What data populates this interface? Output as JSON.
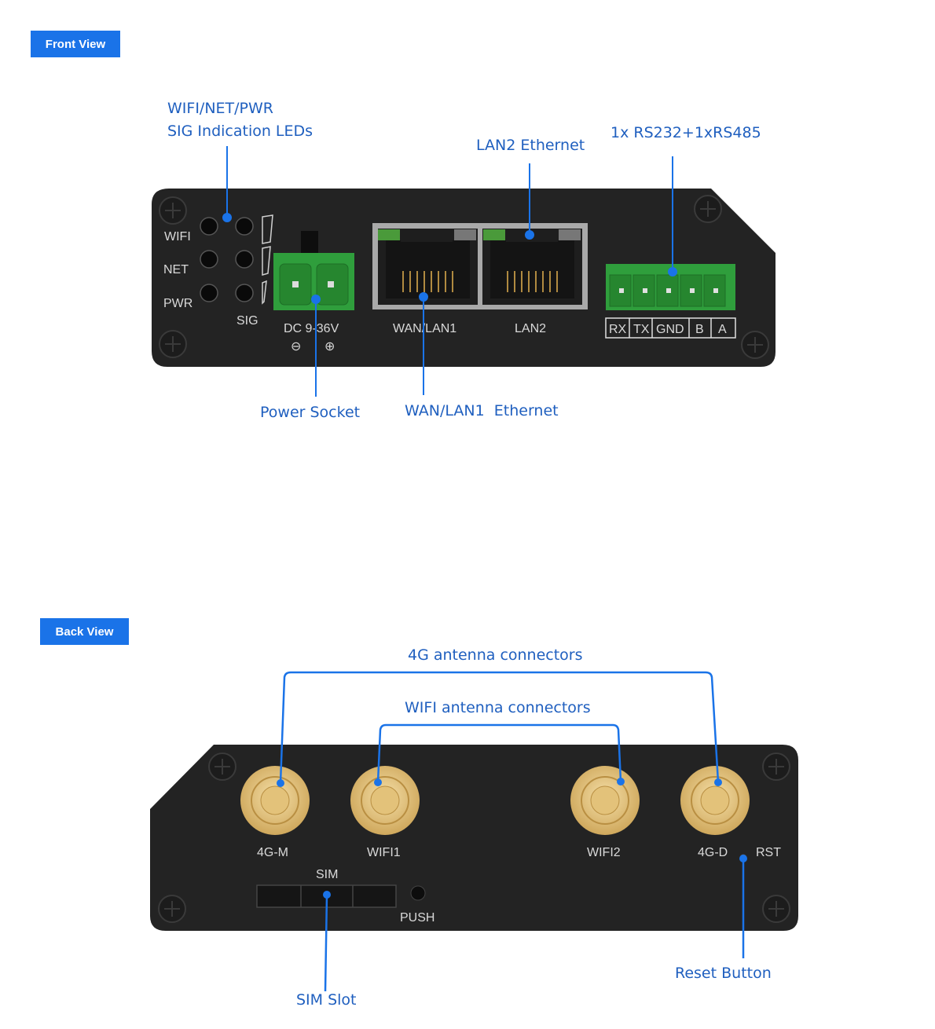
{
  "front": {
    "tag": "Front View",
    "callouts": {
      "leds_line1": "WIFI/NET/PWR",
      "leds_line2": "SIG Indication LEDs",
      "lan2": "LAN2 Ethernet",
      "serial": "1x RS232+1xRS485",
      "power": "Power Socket",
      "wan": "WAN/LAN1  Ethernet"
    },
    "panel": {
      "led_wifi": "WIFI",
      "led_net": "NET",
      "led_pwr": "PWR",
      "led_sig": "SIG",
      "dc": "DC 9-36V",
      "wan_port": "WAN/LAN1",
      "lan2_port": "LAN2",
      "minus": "⊖",
      "plus": "⊕",
      "pins": [
        "RX",
        "TX",
        "GND",
        "B",
        "A"
      ]
    }
  },
  "back": {
    "tag": "Back View",
    "callouts": {
      "ant4g": "4G antenna connectors",
      "antwifi": "WIFI antenna connectors",
      "reset": "Reset Button",
      "sim": "SIM Slot"
    },
    "panel": {
      "c1": "4G-M",
      "c2": "WIFI1",
      "c3": "WIFI2",
      "c4": "4G-D",
      "rst": "RST",
      "sim": "SIM",
      "push": "PUSH"
    }
  },
  "colors": {
    "accent": "#1a73e8",
    "callout_text": "#1f5fbf",
    "panel": "#232323",
    "connector_green": "#2f9e3c",
    "sma_gold": "#e8c884"
  }
}
